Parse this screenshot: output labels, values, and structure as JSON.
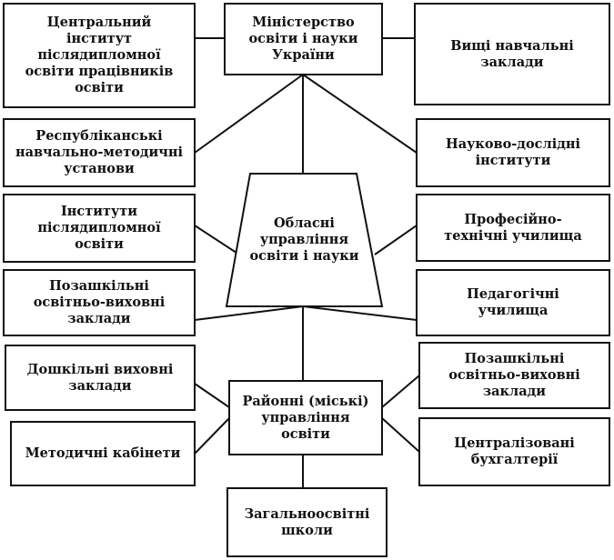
{
  "nodes": {
    "ministry": "Міністерство\nосвіти і науки\nУкраїни",
    "central_institute": "Центральний\nінститут\nпіслядипломної\nосвіти працівників\nосвіти",
    "higher_education": "Вищі навчальні\nзаклади",
    "republican_methodical": "Республіканські\nнавчально-методичні\nустанови",
    "research_institutes": "Науково-дослідні\nінститути",
    "regional_departments": "Обласні\nуправління\nосвіти і науки",
    "postgraduate_institutes": "Інститути\nпіслядипломної\nосвіти",
    "vocational_schools": "Професійно-\nтехнічні училища",
    "extracurricular_left": "Позашкільні\nосвітньо-виховні\nзаклади",
    "pedagogical_schools": "Педагогічні\nучилища",
    "preschool": "Дошкільні виховні\nзаклади",
    "district_departments": "Районні (міські)\nуправління\nосвіти",
    "extracurricular_right": "Позашкільні\nосвітньо-виховні\nзаклади",
    "methodical_offices": "Методичні кабінети",
    "accounting": "Централізовані\nбухгалтерії",
    "general_schools": "Загальноосвітні\nшколи"
  }
}
